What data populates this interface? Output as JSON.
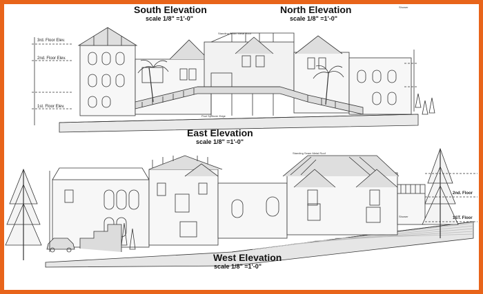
{
  "titles": {
    "south": "South Elevation",
    "north": "North Elevation",
    "east": "East Elevation",
    "west": "West Elevation"
  },
  "scales": {
    "south": "scale 1/8\" =1'-0\"",
    "north": "scale 1/8\" =1'-0\"",
    "east": "scale 1/8\" =1'-0\"",
    "west": "scale 1/8\" =1'-0\""
  },
  "levels": {
    "third": "3rd. Floor Elev.",
    "second": "2nd. Floor Elev.",
    "first": "1st. Floor Elev.",
    "second_right": "2nd. Floor",
    "first_right": "1ST. Floor"
  },
  "notes": {
    "roof_top": "Standing Seam Metal Roof",
    "roof_bottom": "Standing Seam Metal Roof",
    "corner": "Shower",
    "pool": "Pool Spillover Edge",
    "shower_b": "Shower"
  },
  "colors": {
    "frame": "#e8641a",
    "line": "#333333",
    "fill": "#f4f4f4"
  }
}
